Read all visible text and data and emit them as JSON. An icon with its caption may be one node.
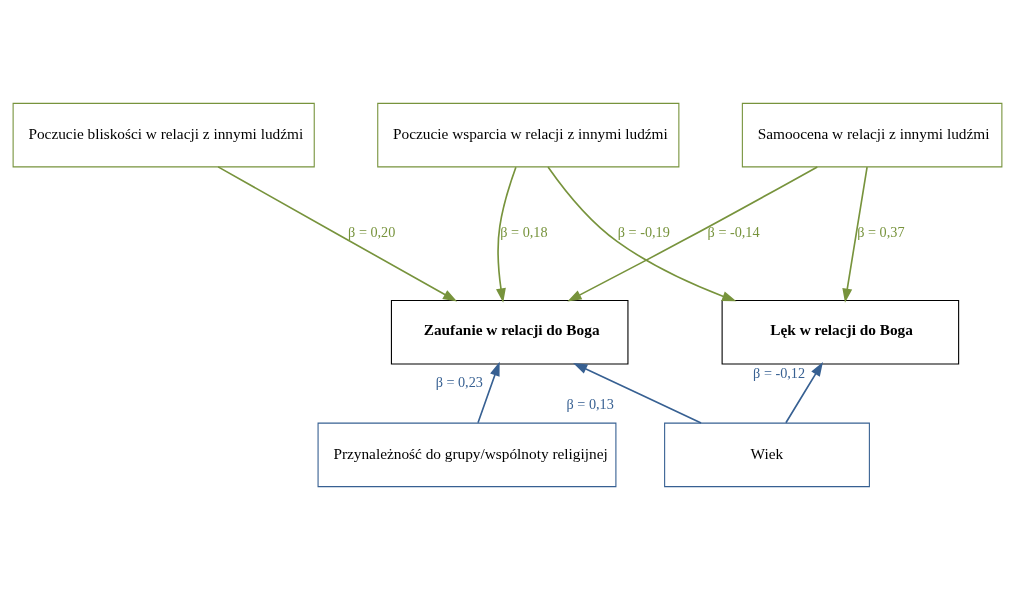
{
  "diagram": {
    "nodes": [
      {
        "text": [
          "Poczucie wsparcia w relacji z innymi ludźmi"
        ]
      },
      {
        "text": [
          "Poczucie bliskości w relacji z innymi ludźmi"
        ]
      },
      {
        "text": [
          "Samoocena w relacji z innymi ludźmi"
        ]
      },
      {
        "text": [
          "Zaufanie w relacji do Boga"
        ]
      },
      {
        "text": [
          "Lęk w relacji do Boga"
        ]
      },
      {
        "text": [
          "Przynależność do grupy/wspólnoty religijnej"
        ]
      },
      {
        "text": [
          "Wiek"
        ]
      }
    ],
    "edges": [
      {
        "from": 0,
        "to": 3,
        "arrow": "to",
        "label": "β = 0,18"
      },
      {
        "from": 0,
        "to": 4,
        "arrow": "to",
        "label": "β = -0,19"
      },
      {
        "from": 1,
        "to": 3,
        "arrow": "to",
        "label": "β = 0,20"
      },
      {
        "from": 2,
        "to": 3,
        "arrow": "to",
        "label": "β = -0,14"
      },
      {
        "from": 2,
        "to": 4,
        "arrow": "to",
        "label": "β = 0,37"
      },
      {
        "from": 5,
        "to": 3,
        "arrow": "to",
        "label": "β = 0,23",
        "color": "#376092"
      },
      {
        "from": 6,
        "to": 3,
        "arrow": "to",
        "label": "β = 0,13",
        "color": "#376092"
      },
      {
        "from": 6,
        "to": 4,
        "arrow": "to",
        "label": "β = -0,12",
        "color": "#376092"
      }
    ]
  }
}
